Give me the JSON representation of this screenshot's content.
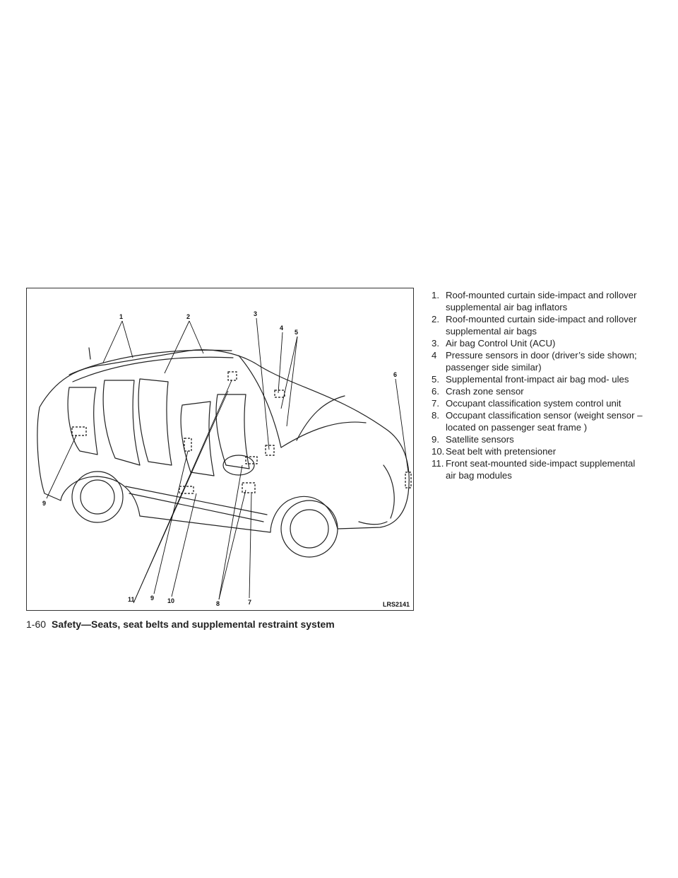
{
  "figure": {
    "code": "LRS2141",
    "callouts": [
      "1",
      "2",
      "3",
      "4",
      "5",
      "6",
      "7",
      "8",
      "9",
      "9",
      "10",
      "11"
    ]
  },
  "legend": [
    {
      "number": "1.",
      "text": "Roof-mounted curtain side-impact and rollover supplemental air bag inflators"
    },
    {
      "number": "2.",
      "text": "Roof-mounted curtain side-impact and rollover supplemental air bags"
    },
    {
      "number": "3.",
      "text": "Air bag Control Unit (ACU)"
    },
    {
      "number": "4",
      "text": "Pressure sensors in door (driver’s side shown; passenger side similar)"
    },
    {
      "number": "5.",
      "text": "Supplemental front-impact air bag mod- ules"
    },
    {
      "number": "6.",
      "text": "Crash zone sensor"
    },
    {
      "number": "7.",
      "text": "Occupant classification system control unit"
    },
    {
      "number": "8.",
      "text": "Occupant classification sensor (weight sensor – located on passenger seat frame )"
    },
    {
      "number": "9.",
      "text": "Satellite sensors"
    },
    {
      "number": "10.",
      "text": "Seat belt with pretensioner"
    },
    {
      "number": "11.",
      "text": "Front seat-mounted side-impact supplemental air bag modules"
    }
  ],
  "footer": {
    "page_number": "1-60",
    "section_title": "Safety—Seats, seat belts and supplemental restraint system"
  }
}
